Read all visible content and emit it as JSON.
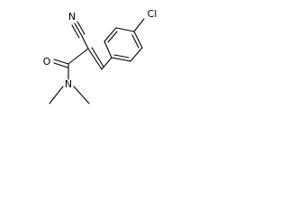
{
  "molecule": {
    "atom_labels": {
      "nitrile_n": "N",
      "chlorine": "Cl",
      "carbonyl_o": "O",
      "amide_n": "N"
    }
  },
  "colors": {
    "bond": "#000000",
    "label": "#000000",
    "background": "#ffffff"
  }
}
